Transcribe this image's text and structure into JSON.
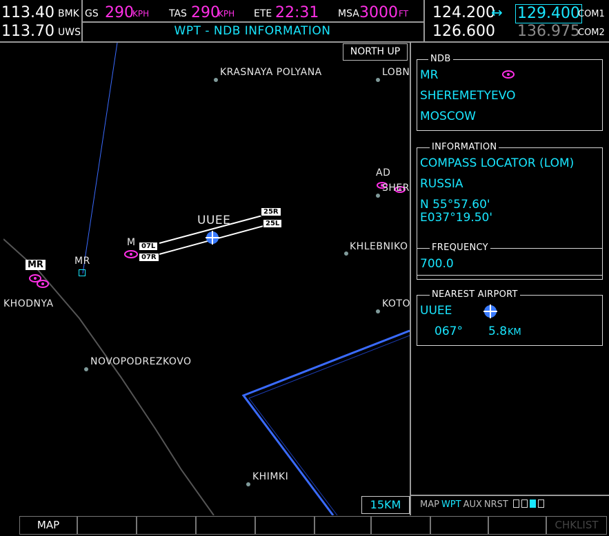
{
  "top": {
    "nav1_active": "113.40",
    "nav1_id": "BMK",
    "nav2_active": "113.70",
    "nav2_id": "UWS",
    "gs_label": "GS",
    "gs_value": "290",
    "gs_unit": "KPH",
    "tas_label": "TAS",
    "tas_value": "290",
    "tas_unit": "KPH",
    "ete_label": "ETE",
    "ete_value": "22:31",
    "msa_label": "MSA",
    "msa_value": "3000",
    "msa_unit": "FT",
    "com1_active": "124.200",
    "swap_icon": "↔",
    "com1_standby": "129.400",
    "com1_label": "COM1",
    "com2_active": "126.600",
    "com2_standby": "136.975",
    "com2_label": "COM2",
    "page_title": "WPT - NDB INFORMATION"
  },
  "map": {
    "orientation": "NORTH UP",
    "scale": "15KM",
    "labels": {
      "krasnaya": "KRASNAYA POLYANA",
      "lobn": "LOBN",
      "ad": "AD",
      "sher": "SHER",
      "uuee": "UUEE",
      "rwy25r": "25R",
      "rwy25l": "25L",
      "rwy07l": "07L",
      "rwy07r": "07R",
      "m": "M",
      "mr_ndb": "MR",
      "mr_box": "MR",
      "khlebniko": "KHLEBNIKO",
      "khodnya": "KHODNYA",
      "koto": "KOTO",
      "novopodrezkovo": "NOVOPODREZKOVO",
      "khimki": "KHIMKI"
    }
  },
  "panel": {
    "ndb": {
      "title": "NDB",
      "ident": "MR",
      "facility": "SHEREMETYEVO",
      "city": "MOSCOW"
    },
    "information": {
      "title": "INFORMATION",
      "type": "COMPASS LOCATOR (LOM)",
      "region": "RUSSIA",
      "lat": "N 55°57.60'",
      "lon": "E037°19.50'"
    },
    "frequency": {
      "title": "FREQUENCY",
      "value": "700.0"
    },
    "nearest": {
      "title": "NEAREST AIRPORT",
      "ident": "UUEE",
      "bearing": "067°",
      "distance": "5.8",
      "dist_unit": "KM"
    }
  },
  "page_group": {
    "items": [
      "MAP",
      "WPT",
      "AUX",
      "NRST"
    ],
    "active": "WPT",
    "active_page": 3,
    "total_pages": 4
  },
  "softkeys": {
    "map": "MAP",
    "chklist": "CHKLIST"
  },
  "colors": {
    "cyan": "#19e6ff",
    "magenta": "#ff2fe6",
    "airspace": "#3a6bff"
  }
}
